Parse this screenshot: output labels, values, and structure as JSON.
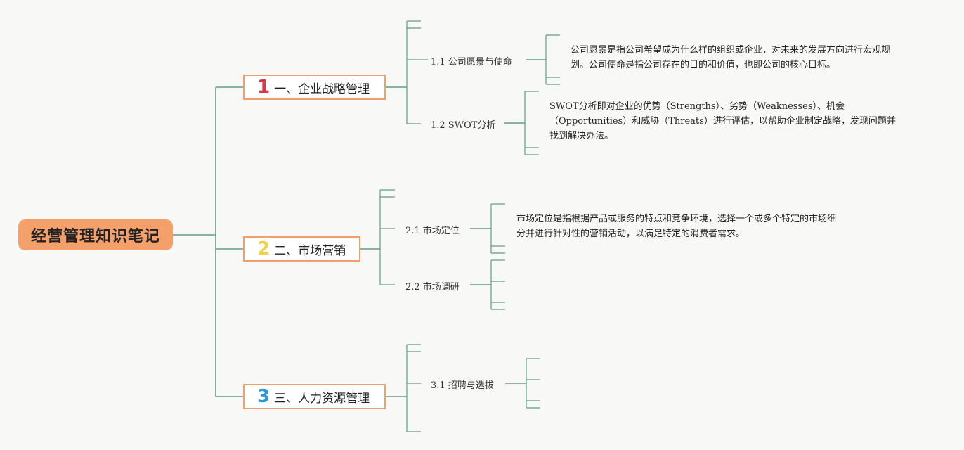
{
  "root": {
    "label": "经营管理知识笔记"
  },
  "topics": [
    {
      "number": "1",
      "label": "一、企业战略管理",
      "color": "#d9364a"
    },
    {
      "number": "2",
      "label": "二、市场营销",
      "color": "#f1d04b"
    },
    {
      "number": "3",
      "label": "三、人力资源管理",
      "color": "#2b97d6"
    }
  ],
  "subtopics": [
    {
      "label": "1.1 公司愿景与使命"
    },
    {
      "label": "1.2 SWOT分析"
    },
    {
      "label": "2.1 市场定位"
    },
    {
      "label": "2.2 市场调研"
    },
    {
      "label": "3.1 招聘与选拔"
    }
  ],
  "notes": [
    {
      "lines": [
        "公司愿景是指公司希望成为什么样的组织或企业，对未来的发展方向进行宏观规",
        "划。公司使命是指公司存在的目的和价值，也即公司的核心目标。"
      ]
    },
    {
      "lines": [
        "SWOT分析即对企业的优势（Strengths）、劣势（Weaknesses）、机会",
        "（Opportunities）和威胁（Threats）进行评估，以帮助企业制定战略，发现问题并",
        "找到解决办法。"
      ]
    },
    {
      "lines": [
        "市场定位是指根据产品或服务的特点和竞争环境，选择一个或多个特定的市场细",
        "分并进行针对性的营销活动，以满足特定的消费者需求。"
      ]
    }
  ],
  "colors": {
    "line": "#5f9e86",
    "topic_border": "#f0a06a",
    "root_fill": "#f4a06b"
  }
}
